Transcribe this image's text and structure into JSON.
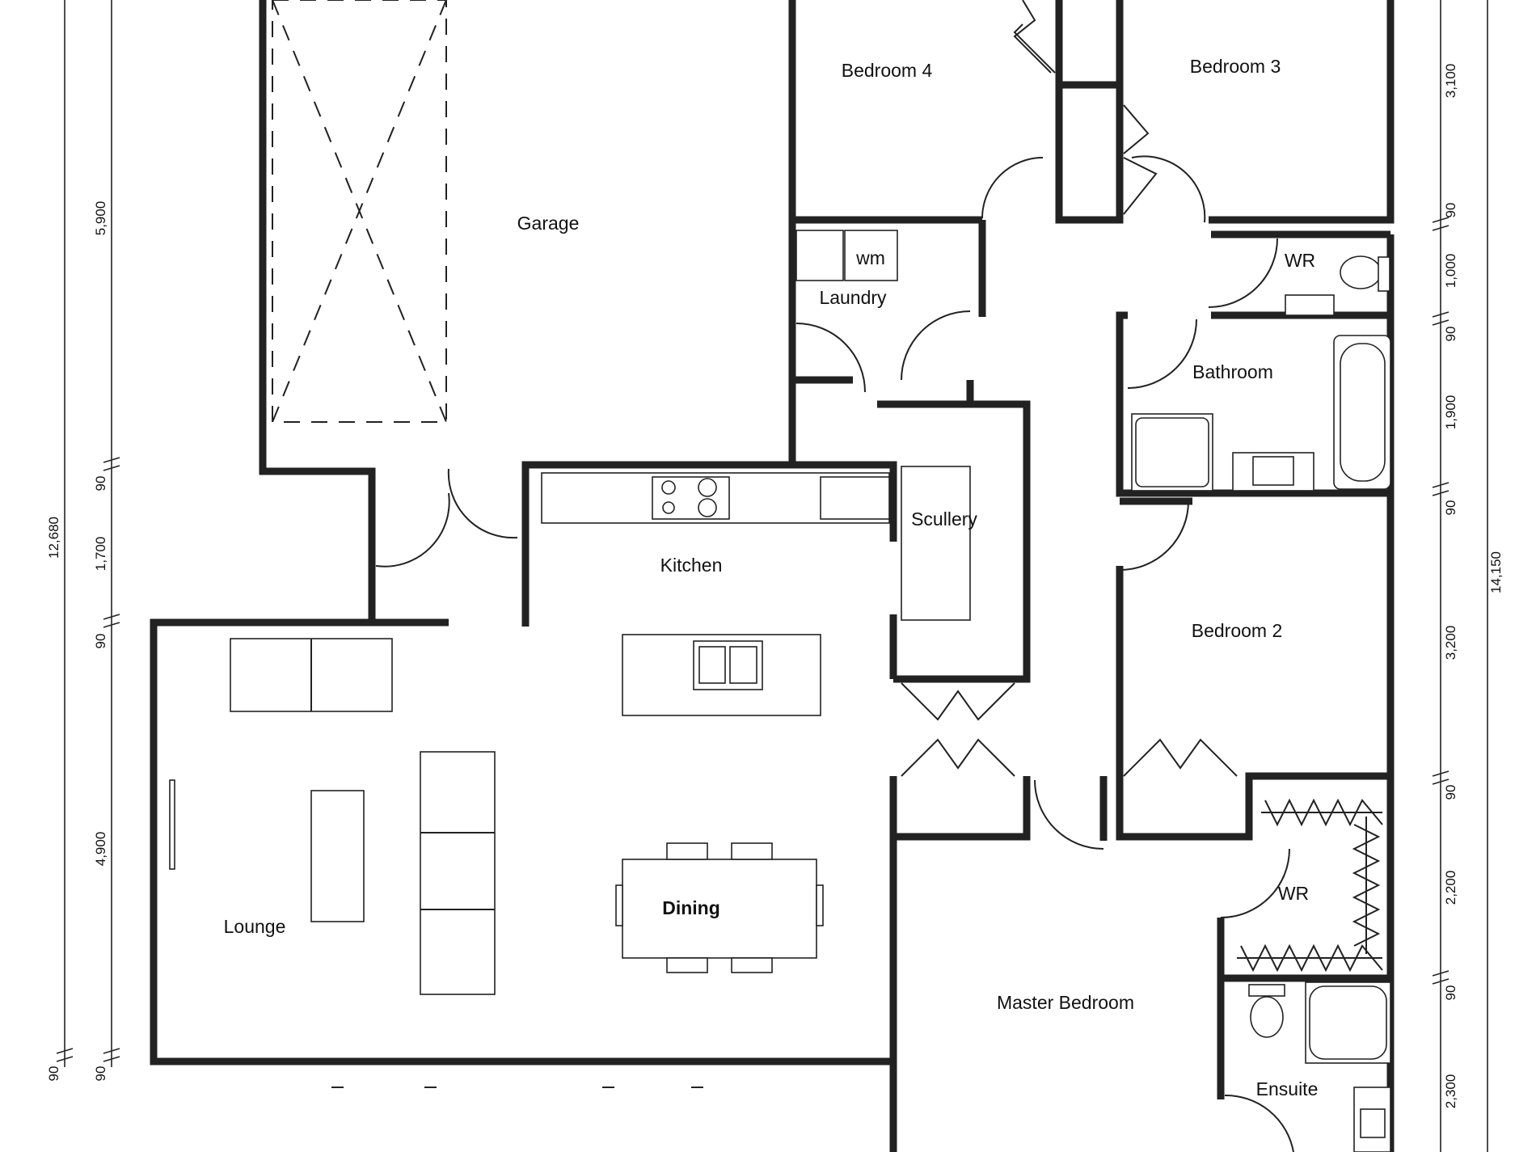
{
  "rooms": {
    "garage": "Garage",
    "bedroom4": "Bedroom 4",
    "bedroom3": "Bedroom 3",
    "laundry": "Laundry",
    "wm": "wm",
    "wr_top": "WR",
    "bathroom": "Bathroom",
    "scullery": "Scullery",
    "kitchen": "Kitchen",
    "bedroom2": "Bedroom 2",
    "lounge": "Lounge",
    "dining": "Dining",
    "wr_master": "WR",
    "master_bedroom": "Master Bedroom",
    "ensuite": "Ensuite"
  },
  "dimensions": {
    "left_overall": "12,680",
    "left_5900": "5,900",
    "left_90_a": "90",
    "left_1700": "1,700",
    "left_90_b": "90",
    "left_4900": "4,900",
    "left_90_c": "90",
    "left_90_d": "90",
    "right_overall": "14,150",
    "right_3100": "3,100",
    "right_90_a": "90",
    "right_1000": "1,000",
    "right_90_b": "90",
    "right_1900": "1,900",
    "right_90_c": "90",
    "right_3200": "3,200",
    "right_90_d": "90",
    "right_2200": "2,200",
    "right_90_e": "90",
    "right_2300": "2,300"
  }
}
